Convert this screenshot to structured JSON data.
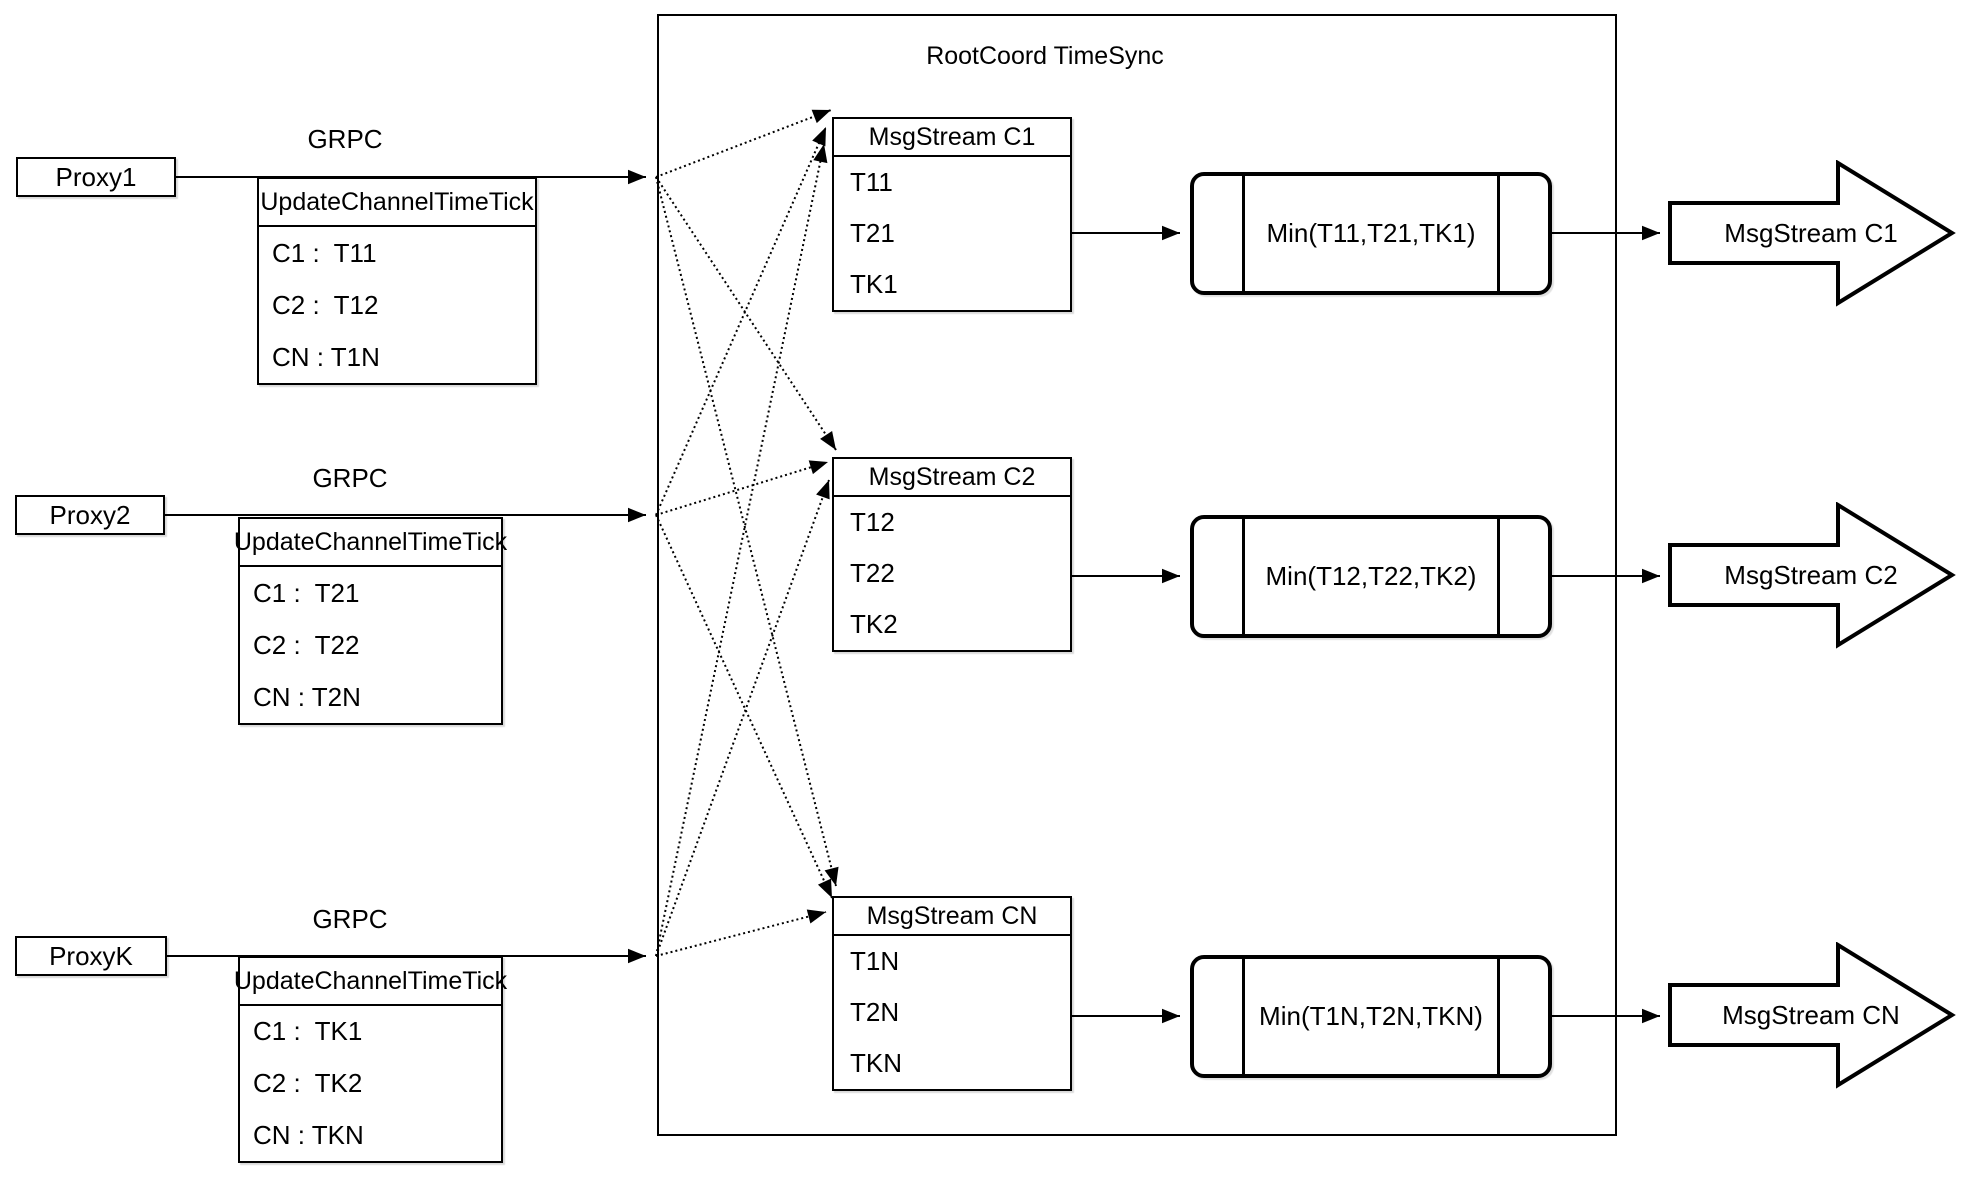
{
  "canvas": {
    "background": "#ffffff",
    "stroke_color": "#000000"
  },
  "rootcoord": {
    "title": "RootCoord TimeSync"
  },
  "rows": [
    {
      "proxy_label": "Proxy1",
      "grpc_label": "GRPC",
      "tick_table": {
        "header": "UpdateChannelTimeTick",
        "entries": [
          "C1 :  T11",
          "C2 :  T12",
          "CN : T1N"
        ]
      },
      "msgstream_table": {
        "header": "MsgStream C1",
        "entries": [
          "T11",
          "T21",
          "TK1"
        ]
      },
      "min_label": "Min(T11,T21,TK1)",
      "output_arrow_label": "MsgStream C1"
    },
    {
      "proxy_label": "Proxy2",
      "grpc_label": "GRPC",
      "tick_table": {
        "header": "UpdateChannelTimeTick",
        "entries": [
          "C1 :  T21",
          "C2 :  T22",
          "CN : T2N"
        ]
      },
      "msgstream_table": {
        "header": "MsgStream C2",
        "entries": [
          "T12",
          "T22",
          "TK2"
        ]
      },
      "min_label": "Min(T12,T22,TK2)",
      "output_arrow_label": "MsgStream C2"
    },
    {
      "proxy_label": "ProxyK",
      "grpc_label": "GRPC",
      "tick_table": {
        "header": "UpdateChannelTimeTick",
        "entries": [
          "C1 :  TK1",
          "C2 :  TK2",
          "CN : TKN"
        ]
      },
      "msgstream_table": {
        "header": "MsgStream CN",
        "entries": [
          "T1N",
          "T2N",
          "TKN"
        ]
      },
      "min_label": "Min(T1N,T2N,TKN)",
      "output_arrow_label": "MsgStream CN"
    }
  ]
}
